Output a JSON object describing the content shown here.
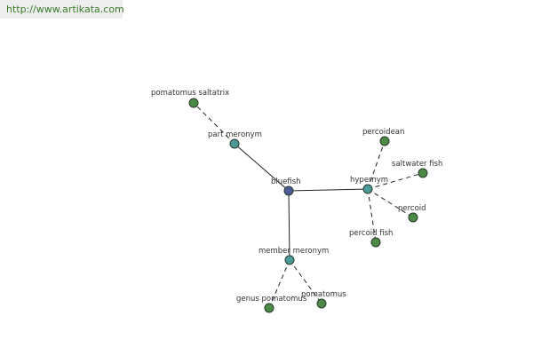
{
  "header": {
    "url": "http://www.artikata.com"
  },
  "colors": {
    "center": "#4a5a9a",
    "relation": "#4a9a98",
    "leaf": "#4a8a44"
  },
  "graph": {
    "center": "bluefish",
    "relations": [
      "part meronym",
      "hypernym",
      "member meronym"
    ],
    "leaves": {
      "part meronym": [
        "pomatomus saltatrix"
      ],
      "hypernym": [
        "percoidean",
        "saltwater fish",
        "percoid",
        "percoid fish"
      ],
      "member meronym": [
        "genus pomatomus",
        "pomatomus"
      ]
    }
  }
}
